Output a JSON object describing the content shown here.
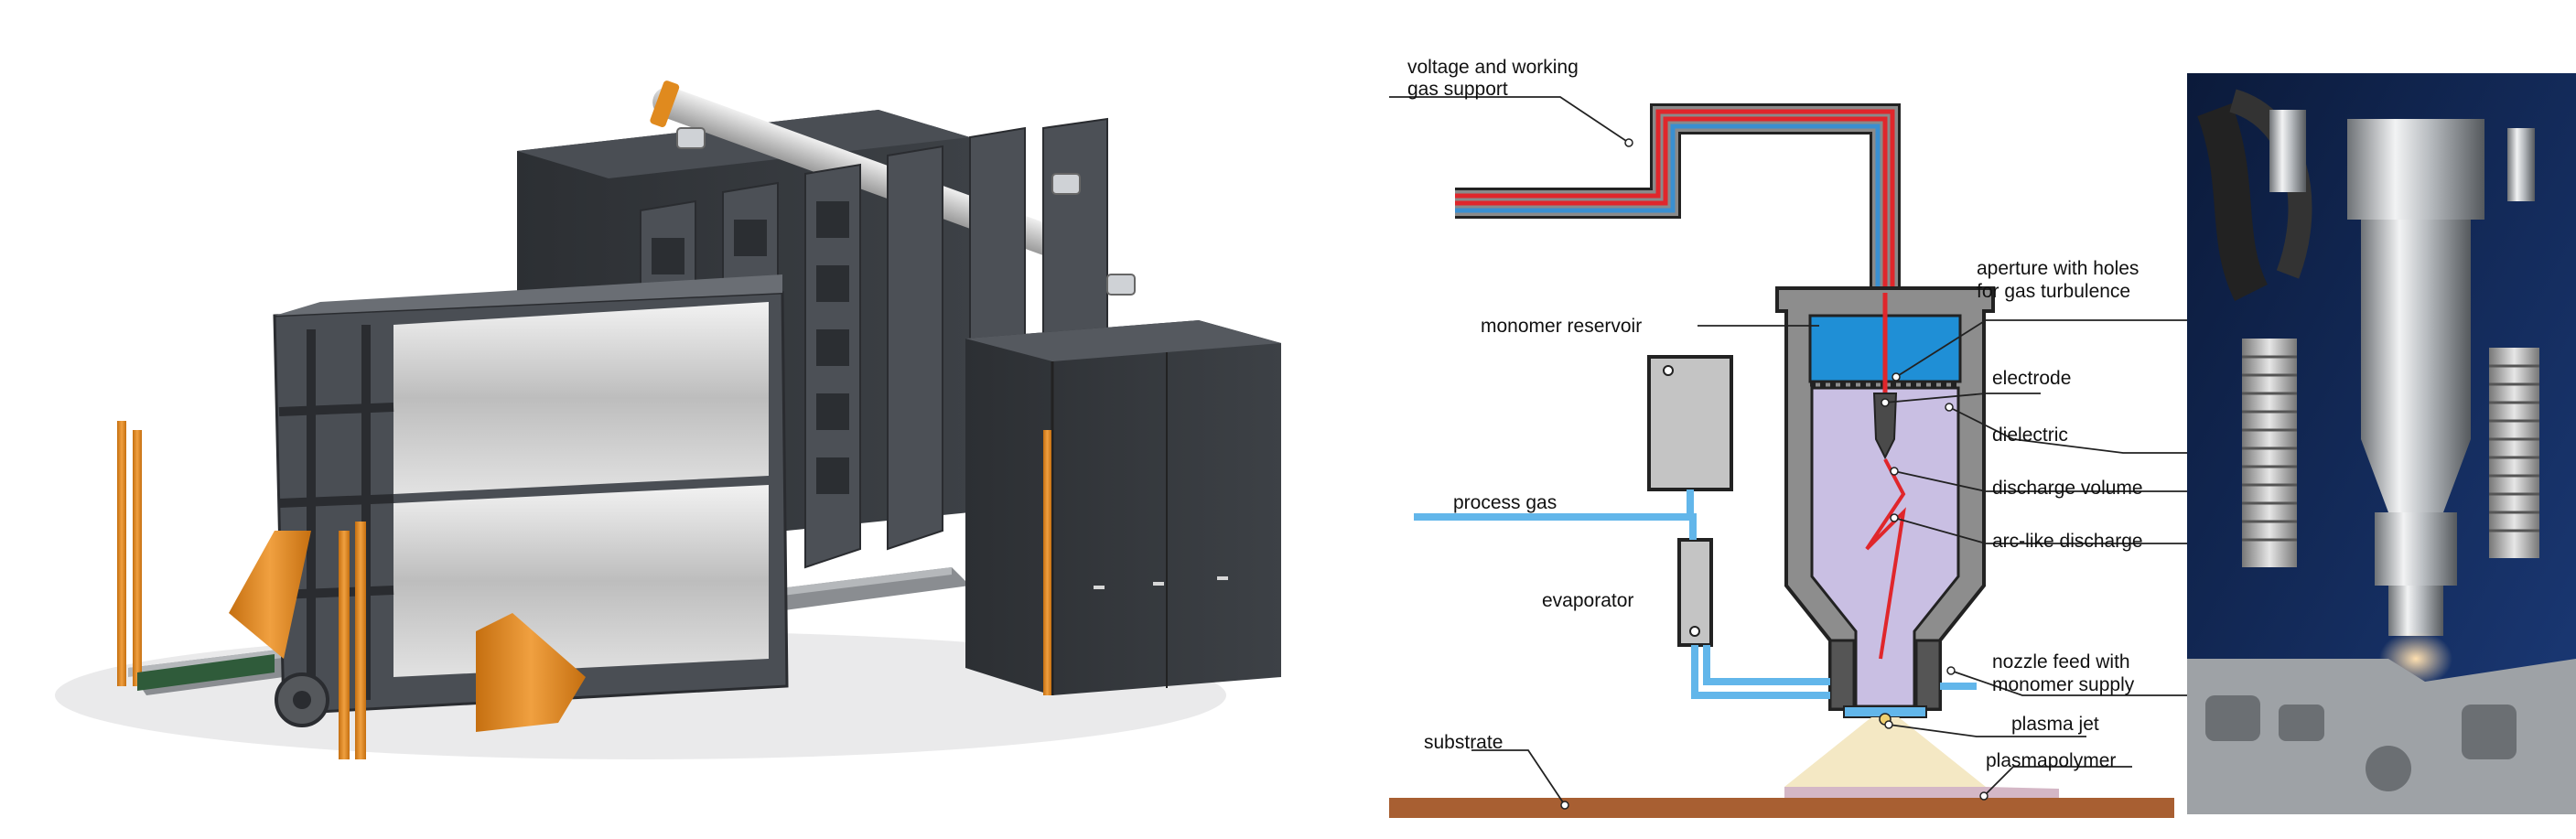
{
  "schematic": {
    "labels": {
      "voltage_line1": "voltage and working",
      "voltage_line2": "gas support",
      "aperture_line1": "aperture with holes",
      "aperture_line2": "for gas turbulence",
      "monomer_reservoir": "monomer reservoir",
      "electrode": "electrode",
      "dielectric": "dielectric",
      "process_gas": "process gas",
      "discharge_volume": "discharge volume",
      "arc_like_discharge": "arc-like discharge",
      "evaporator": "evaporator",
      "nozzle_line1": "nozzle feed with",
      "nozzle_line2": "monomer supply",
      "plasma_jet": "plasma jet",
      "substrate": "substrate",
      "plasmapolymer": "plasmapolymer"
    }
  },
  "colors": {
    "frame_dark": "#3a3d42",
    "orange_part": "#e08a1e",
    "gas_line_blue": "#62b6ea",
    "voltage_red": "#e0262b",
    "chamber_fill": "#c9bfe3",
    "substrate": "#a85f32",
    "plasma_glow": "#f4e8c4"
  },
  "icons": {
    "machine": "plasma-coating-machine-render",
    "photo": "plasma-nozzle-photo"
  }
}
